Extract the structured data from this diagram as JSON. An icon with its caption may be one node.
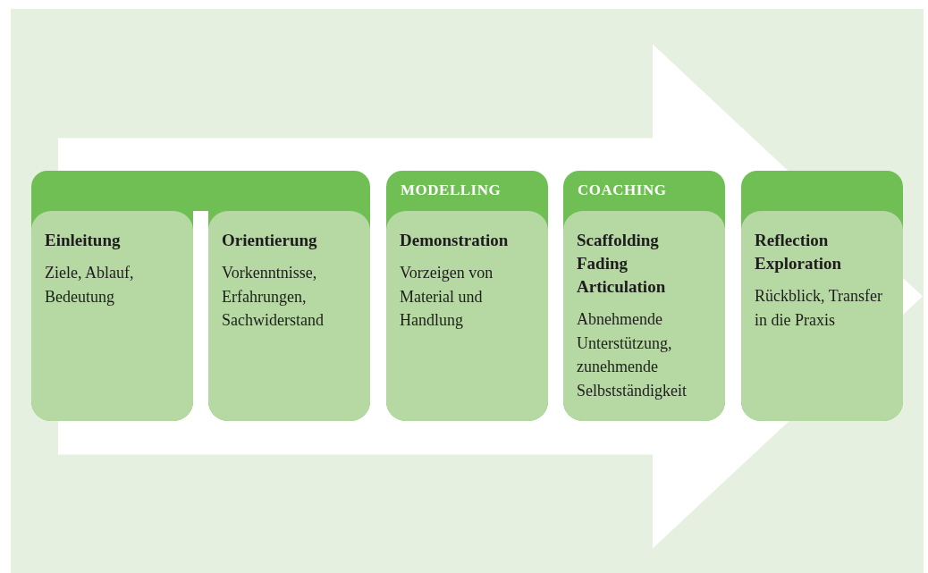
{
  "diagram": {
    "nodes": [
      {
        "text": [],
        "shape": "box"
      },
      {
        "text": [
          "Einleitung",
          "Ziele, Ablauf, Bedeutung"
        ]
      },
      {
        "text": [
          "Orientierung",
          "Vorkenntnisse, Erfahrungen, Sachwiderstand"
        ]
      },
      {
        "text": [
          "MODELLING"
        ]
      },
      {
        "text": [
          "Demonstration",
          "Vorzeigen von Material und Handlung"
        ]
      },
      {
        "text": [
          "COACHING"
        ]
      },
      {
        "text": [
          "Scaffolding",
          "Fading",
          "Articulation",
          "Abnehmende Unterstützung, zunehmende Selbstständigkeit"
        ]
      },
      {
        "text": [],
        "shape": "box"
      },
      {
        "text": [
          "Reflection",
          "Exploration",
          "Rückblick, Transfer in die Praxis"
        ]
      }
    ],
    "edges": [
      {
        "from": 1,
        "to": 8,
        "arrow": "to",
        "style": "thick",
        "color": "#ffffff"
      }
    ]
  }
}
